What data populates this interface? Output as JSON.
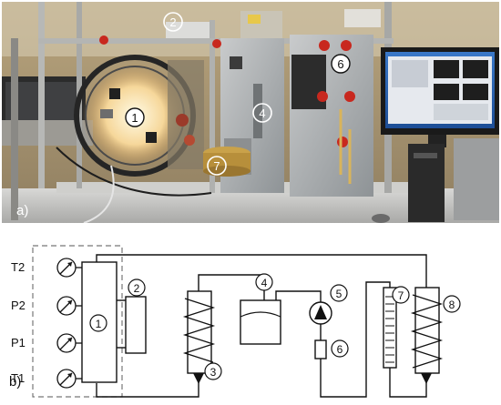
{
  "photo": {
    "panel_label": "a)",
    "markers": [
      {
        "id": "1",
        "label": "1"
      },
      {
        "id": "2",
        "label": "2"
      },
      {
        "id": "4",
        "label": "4"
      },
      {
        "id": "6",
        "label": "6"
      },
      {
        "id": "7",
        "label": "7"
      }
    ]
  },
  "diagram": {
    "panel_label": "b)",
    "sensors": [
      {
        "label": "T2"
      },
      {
        "label": "P2"
      },
      {
        "label": "P1"
      },
      {
        "label": "T1"
      }
    ],
    "components": [
      {
        "label": "1"
      },
      {
        "label": "2"
      },
      {
        "label": "3"
      },
      {
        "label": "4"
      },
      {
        "label": "5"
      },
      {
        "label": "6"
      },
      {
        "label": "7"
      },
      {
        "label": "8"
      }
    ]
  }
}
